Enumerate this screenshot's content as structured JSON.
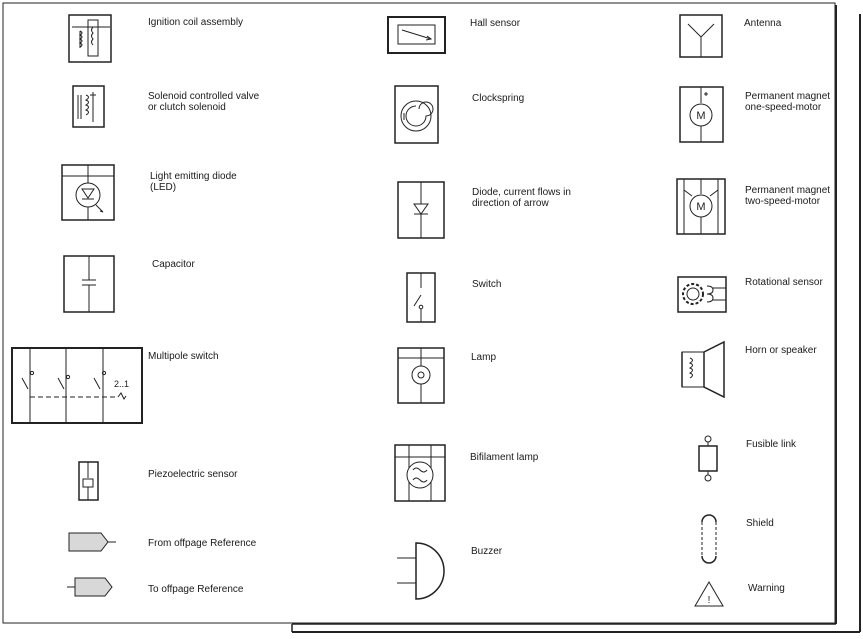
{
  "symbols": [
    {
      "key": "ignition-coil-assembly",
      "label": [
        "Ignition coil assembly"
      ]
    },
    {
      "key": "solenoid-valve",
      "label": [
        "Solenoid controlled valve",
        "or clutch solenoid"
      ]
    },
    {
      "key": "led",
      "label": [
        "Light emitting diode",
        "(LED)"
      ]
    },
    {
      "key": "capacitor",
      "label": [
        "Capacitor"
      ]
    },
    {
      "key": "multipole-switch",
      "label": [
        "Multipole switch"
      ],
      "inner_text": "2..1"
    },
    {
      "key": "piezoelectric-sensor",
      "label": [
        "Piezoelectric sensor"
      ]
    },
    {
      "key": "from-offpage-reference",
      "label": [
        "From offpage Reference"
      ]
    },
    {
      "key": "to-offpage-reference",
      "label": [
        "To offpage Reference"
      ]
    },
    {
      "key": "hall-sensor",
      "label": [
        "Hall sensor"
      ]
    },
    {
      "key": "clockspring",
      "label": [
        "Clockspring"
      ]
    },
    {
      "key": "diode",
      "label": [
        "Diode, current flows in",
        "direction of arrow"
      ]
    },
    {
      "key": "switch",
      "label": [
        "Switch"
      ]
    },
    {
      "key": "lamp",
      "label": [
        "Lamp"
      ]
    },
    {
      "key": "bifilament-lamp",
      "label": [
        "Bifilament lamp"
      ]
    },
    {
      "key": "buzzer",
      "label": [
        "Buzzer"
      ]
    },
    {
      "key": "antenna",
      "label": [
        "Antenna"
      ]
    },
    {
      "key": "pm-one-speed-motor",
      "label": [
        "Permanent magnet",
        "one-speed-motor"
      ],
      "inner_text": "M"
    },
    {
      "key": "pm-two-speed-motor",
      "label": [
        "Permanent magnet",
        "two-speed-motor"
      ],
      "inner_text": "M"
    },
    {
      "key": "rotational-sensor",
      "label": [
        "Rotational sensor"
      ]
    },
    {
      "key": "horn-or-speaker",
      "label": [
        "Horn or speaker"
      ]
    },
    {
      "key": "fusible-link",
      "label": [
        "Fusible link"
      ]
    },
    {
      "key": "shield",
      "label": [
        "Shield"
      ]
    },
    {
      "key": "warning",
      "label": [
        "Warning"
      ],
      "inner_text": "!"
    }
  ]
}
